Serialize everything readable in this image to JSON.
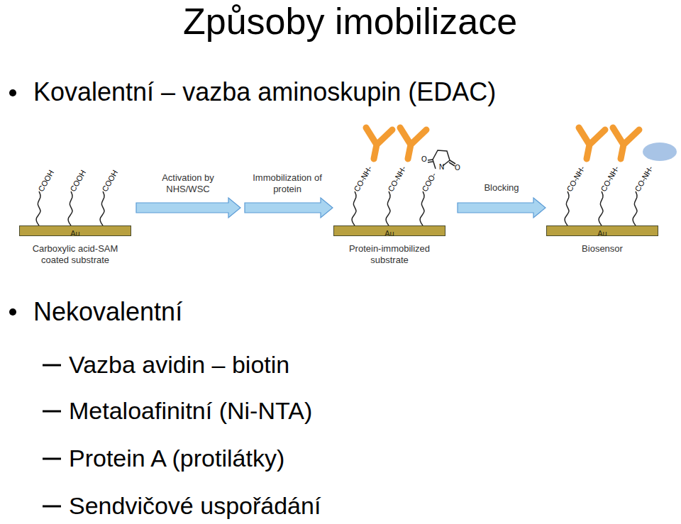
{
  "diagram": {
    "title": "Způsoby imobilizace",
    "nodes": [
      {
        "text": [
          "Au",
          "Carboxylic acid-SAM coated substrate"
        ]
      },
      {
        "text": [
          "Au",
          "Protein-immobilized substrate"
        ]
      },
      {
        "text": [
          "Au",
          "Biosensor"
        ]
      }
    ],
    "labels": [
      "Kovalentní – vazba aminoskupin (EDAC)",
      "Nekovalentní",
      "Vazba avidin – biotin",
      "Metaloafinitní (Ni-NTA)",
      "Protein A (protilátky)",
      "Sendvičové uspořádání",
      "Activation by NHS/WSC",
      "Immobilization of protein",
      "Blocking",
      "COOH",
      "COOH",
      "COOH",
      "CO-NH-",
      "CO-NH-",
      "COO-",
      "O",
      "N",
      "O",
      "CO-NH-",
      "CO-NH-",
      "CO-NH-"
    ]
  }
}
